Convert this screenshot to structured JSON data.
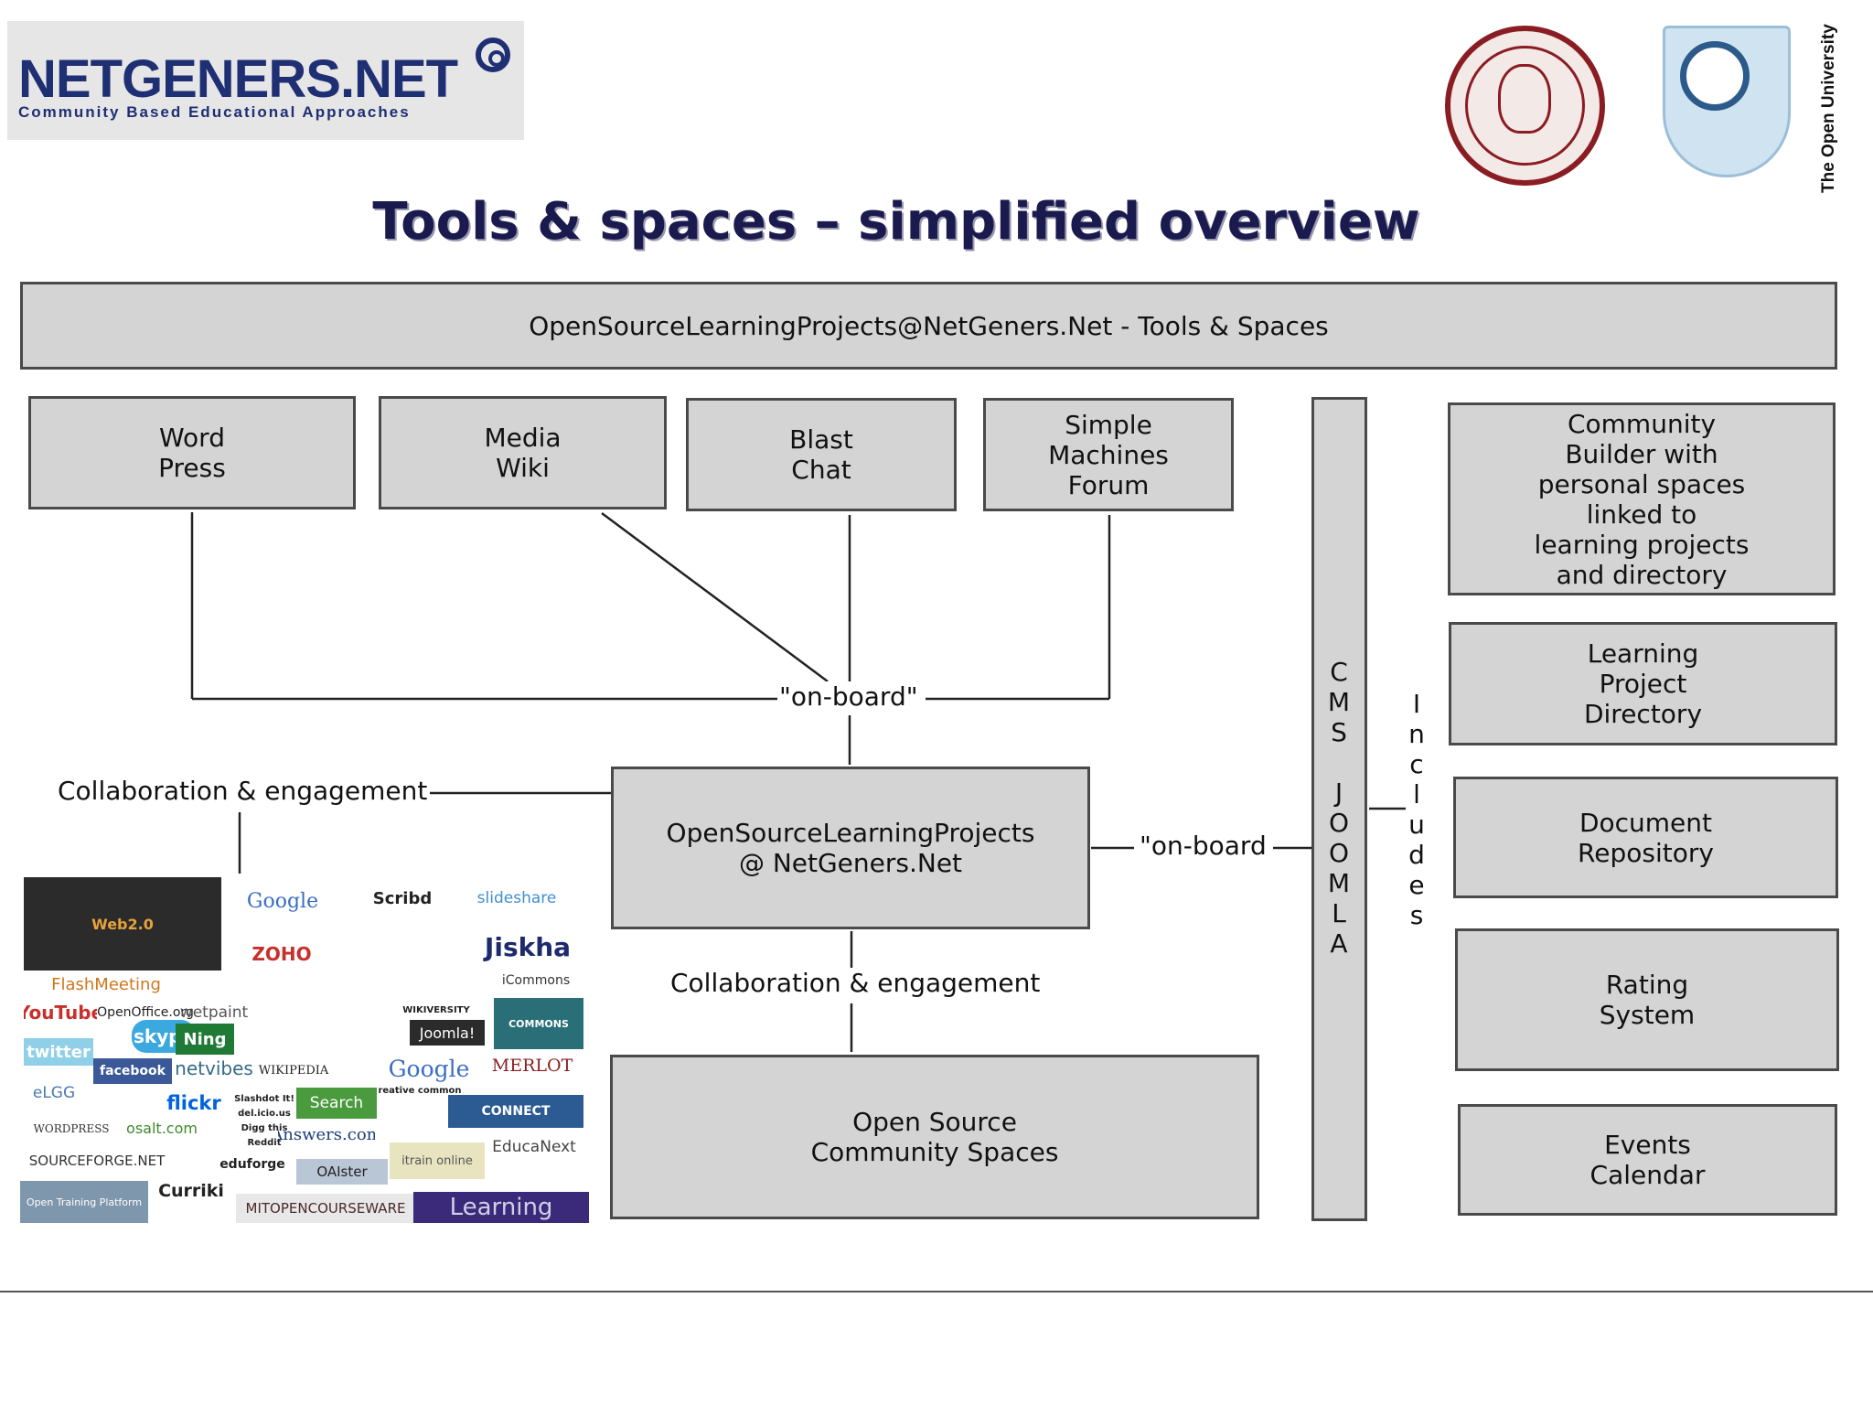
{
  "header": {
    "brand_main": "NETGENERS.NET",
    "brand_tagline": "Community Based Educational Approaches",
    "university_label": "The Open University"
  },
  "title": "Tools & spaces – simplified overview",
  "diagram": {
    "top_bar": "OpenSourceLearningProjects@NetGeners.Net - Tools & Spaces",
    "tools": [
      {
        "label": "Word\nPress"
      },
      {
        "label": "Media\nWiki"
      },
      {
        "label": "Blast\nChat"
      },
      {
        "label": "Simple\nMachines\nForum"
      }
    ],
    "onboard_label": "\"on-board\"",
    "onboard_right_label": "\"on-board",
    "collab_left_label": "Collaboration & engagement",
    "collab_center_label": "Collaboration & engagement",
    "center_box": "OpenSourceLearningProjects\n@ NetGeners.Net",
    "community_box": "Open Source\nCommunity Spaces",
    "cms_letters": [
      "C",
      "M",
      "S",
      "",
      "J",
      "O",
      "O",
      "M",
      "L",
      "A"
    ],
    "includes_letters": [
      "I",
      "n",
      "c",
      "l",
      "u",
      "d",
      "e",
      "s"
    ],
    "right_modules": [
      {
        "label": "Community\nBuilder with\npersonal spaces\nlinked to\nlearning projects\nand directory"
      },
      {
        "label": "Learning\nProject\nDirectory"
      },
      {
        "label": "Document\nRepository"
      },
      {
        "label": "Rating\nSystem"
      },
      {
        "label": "Events\nCalendar"
      }
    ]
  },
  "collage": {
    "logos": [
      "Web2.0",
      "Google",
      "Scribd",
      "slideshare",
      "ZOHO",
      "Jiskha",
      "FlashMeeting",
      "YouTube",
      "OpenOffice.org",
      "wetpaint",
      "WIKIVERSITY",
      "iCommons",
      "skype",
      "Ning",
      "Joomla!",
      "COMMONS",
      "twitter",
      "facebook",
      "netvibes",
      "WIKIPEDIA",
      "Google",
      "MERLOT",
      "eLGG",
      "flickr",
      "Slashdot It!",
      "del.icio.us",
      "Digg this",
      "Reddit",
      "Search",
      "creative commons",
      "WORDPRESS",
      "osalt.com",
      "Answers.com",
      "CONNECT",
      "EducaNext",
      "SOURCEFORGE.NET",
      "eduforge",
      "OAIster",
      "itrain online",
      "Curriki",
      "Open Training Platform",
      "MITOPENCOURSEWARE",
      "Learning"
    ]
  }
}
